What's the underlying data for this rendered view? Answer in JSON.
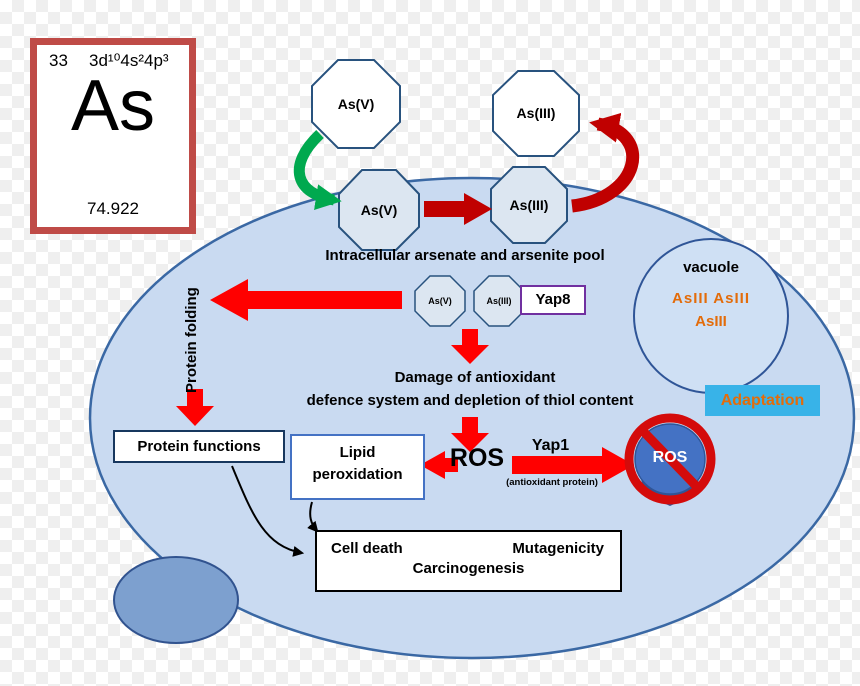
{
  "element_card": {
    "atomic_number": "33",
    "electron_config": "3d¹⁰4s²4p³",
    "symbol": "As",
    "atomic_mass": "74.922"
  },
  "pool": {
    "extracellular_asv": "As(V)",
    "extracellular_asiii": "As(III)",
    "intracellular_asv": "As(V)",
    "intracellular_asiii": "As(III)",
    "caption": "Intracellular arsenate and arsenite pool"
  },
  "complex": {
    "asv": "As(V)",
    "asiii": "As(III)",
    "yap8": "Yap8"
  },
  "labels": {
    "protein_folding": "Protein folding",
    "damage_line1": "Damage of antioxidant",
    "damage_line2": "defence system and depletion of thiol content",
    "ros": "ROS",
    "yap1": "Yap1",
    "yap1_sub": "(antioxidant protein)",
    "ros_blocked": "ROS",
    "protein_functions": "Protein functions",
    "lipid_line1": "Lipid",
    "lipid_line2": "peroxidation",
    "cell_death": "Cell death",
    "mutagenicity": "Mutagenicity",
    "carcinogenesis": "Carcinogenesis"
  },
  "vacuole": {
    "title": "vacuole",
    "line1": "AsIII AsIII",
    "line2": "AsIII"
  },
  "adaptation": {
    "label": "Adaptation"
  },
  "colors": {
    "arrow_red": "#ff0000",
    "arrow_dark_red": "#c00000",
    "arrow_green": "#00a94f",
    "cell_fill": "#c9daf1",
    "cell_border": "#3a68a4",
    "octagon_border": "#28527e",
    "yap8_border": "#7030a0",
    "element_border": "#bf4b47",
    "vacuole_text_orange": "#e36c0a",
    "adaptation_bg": "#38b3e8",
    "ros_circle_blue": "#4472c4",
    "prohibition_red": "#d40b0b",
    "small_cell_fill": "#7da0cf"
  }
}
